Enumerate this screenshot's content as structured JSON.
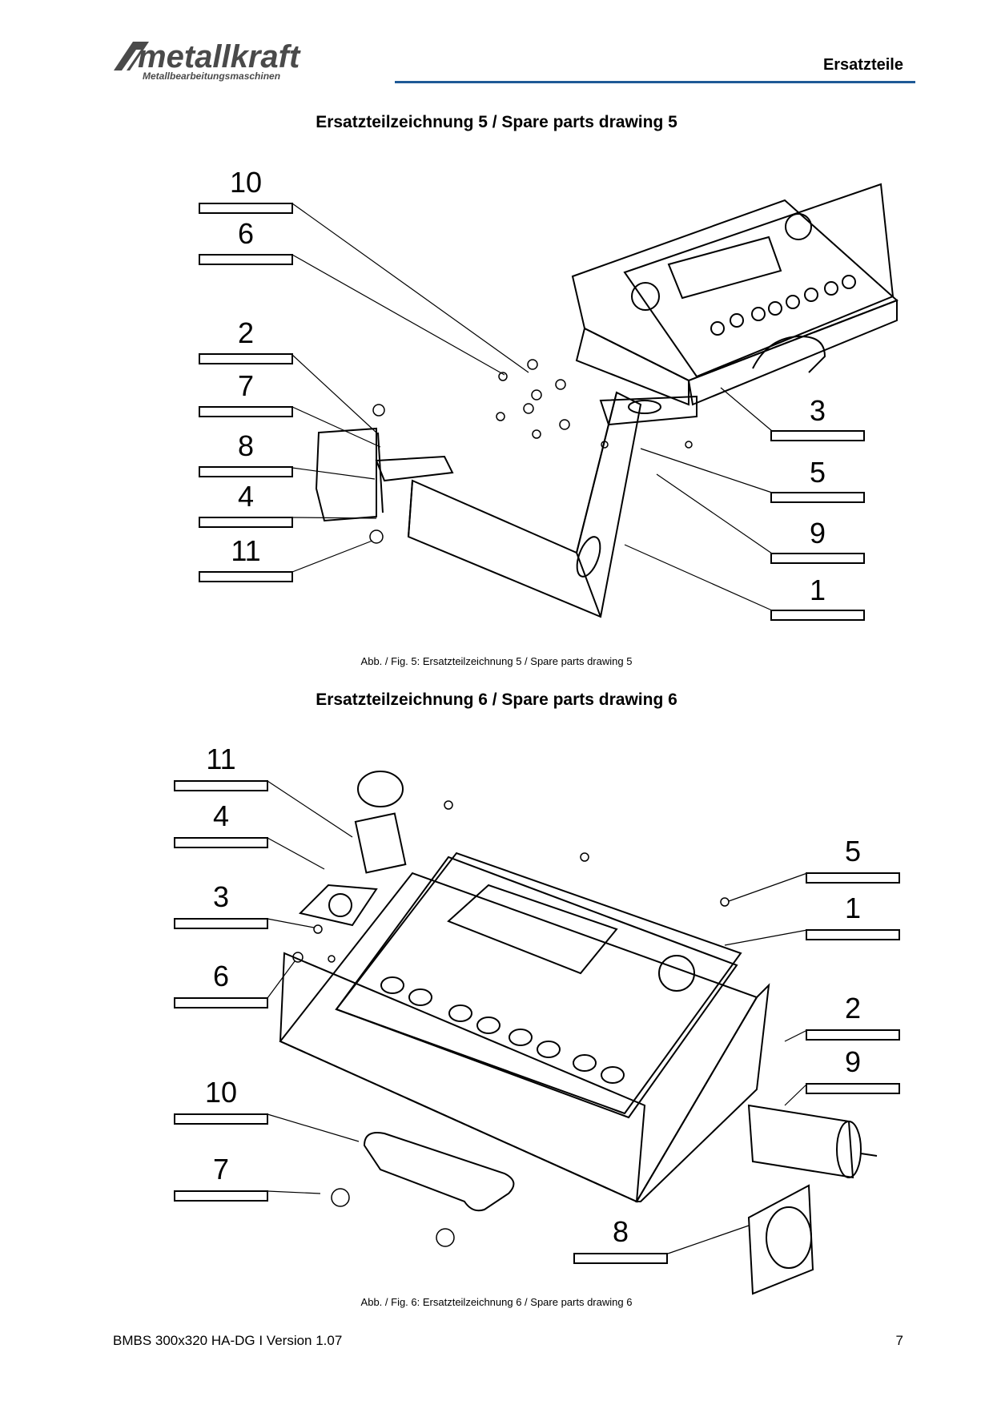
{
  "header": {
    "brand": "metallkraft",
    "brand_sub": "Metallbearbeitungsmaschinen",
    "section": "Ersatzteile"
  },
  "drawing5": {
    "title": "Ersatzteilzeichnung 5 / Spare parts drawing 5",
    "caption": "Abb. / Fig. 5: Ersatzteilzeichnung 5 / Spare parts drawing 5",
    "callouts": [
      "10",
      "6",
      "2",
      "7",
      "8",
      "4",
      "11",
      "3",
      "5",
      "9",
      "1"
    ]
  },
  "drawing6": {
    "title": "Ersatzteilzeichnung 6 / Spare parts drawing 6",
    "caption": "Abb. / Fig. 6: Ersatzteilzeichnung 6 / Spare parts drawing 6",
    "callouts": [
      "11",
      "4",
      "3",
      "6",
      "10",
      "7",
      "5",
      "1",
      "2",
      "9",
      "8"
    ]
  },
  "footer": {
    "doc": "BMBS 300x320 HA-DG I Version 1.07",
    "page": "7"
  },
  "colors": {
    "rule": "#1f5a96",
    "logo": "#4a4a4a"
  }
}
